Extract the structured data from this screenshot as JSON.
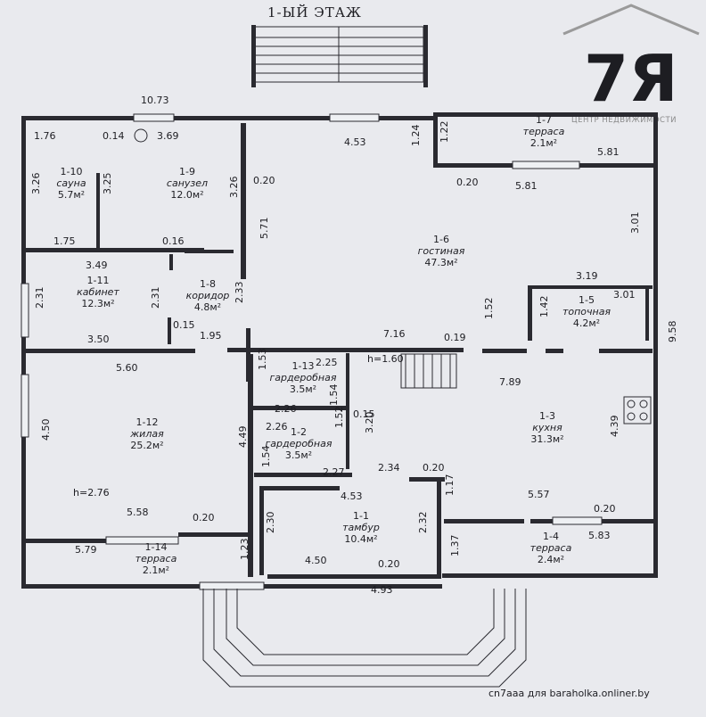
{
  "title": "1-ЫЙ ЭТАЖ",
  "logo": {
    "mark": "7Я",
    "caption": "ЦЕНТР НЕДВИЖИМОСТИ",
    "color": "#d93838"
  },
  "watermark": "cn7aaa для baraholka.onliner.by",
  "rooms": [
    {
      "id": "r1-1",
      "num": "1-1",
      "name": "тамбур",
      "area": "10.4м²"
    },
    {
      "id": "r1-2",
      "num": "1-2",
      "name": "гардеробная",
      "area": "3.5м²"
    },
    {
      "id": "r1-3",
      "num": "1-3",
      "name": "кухня",
      "area": "31.3м²"
    },
    {
      "id": "r1-4",
      "num": "1-4",
      "name": "терраса",
      "area": "2.4м²"
    },
    {
      "id": "r1-5",
      "num": "1-5",
      "name": "топочная",
      "area": "4.2м²"
    },
    {
      "id": "r1-6",
      "num": "1-6",
      "name": "гостиная",
      "area": "47.3м²"
    },
    {
      "id": "r1-7",
      "num": "1-7",
      "name": "терраса",
      "area": "2.1м²"
    },
    {
      "id": "r1-8",
      "num": "1-8",
      "name": "коридор",
      "area": "4.8м²"
    },
    {
      "id": "r1-9",
      "num": "1-9",
      "name": "санузел",
      "area": "12.0м²"
    },
    {
      "id": "r1-10",
      "num": "1-10",
      "name": "сауна",
      "area": "5.7м²"
    },
    {
      "id": "r1-11",
      "num": "1-11",
      "name": "кабинет",
      "area": "12.3м²"
    },
    {
      "id": "r1-12",
      "num": "1-12",
      "name": "жилая",
      "area": "25.2м²"
    },
    {
      "id": "r1-13",
      "num": "1-13",
      "name": "гардеробная",
      "area": "3.5м²"
    },
    {
      "id": "r1-14",
      "num": "1-14",
      "name": "терраса",
      "area": "2.1м²"
    }
  ],
  "dimensions": [
    {
      "id": "d01",
      "text": "10.73"
    },
    {
      "id": "d02",
      "text": "1.76"
    },
    {
      "id": "d03",
      "text": "0.14"
    },
    {
      "id": "d04",
      "text": "3.69"
    },
    {
      "id": "d05",
      "text": "4.53"
    },
    {
      "id": "d06",
      "text": "1.24"
    },
    {
      "id": "d07",
      "text": "1.22"
    },
    {
      "id": "d08",
      "text": "0.20"
    },
    {
      "id": "d09",
      "text": "5.81"
    },
    {
      "id": "d10",
      "text": "5.81"
    },
    {
      "id": "d11",
      "text": "3.26"
    },
    {
      "id": "d12",
      "text": "3.25"
    },
    {
      "id": "d13",
      "text": "3.26"
    },
    {
      "id": "d14",
      "text": "0.20"
    },
    {
      "id": "d15",
      "text": "5.71"
    },
    {
      "id": "d16",
      "text": "3.01"
    },
    {
      "id": "d17",
      "text": "1.75"
    },
    {
      "id": "d18",
      "text": "0.16"
    },
    {
      "id": "d19",
      "text": "3.49"
    },
    {
      "id": "d20",
      "text": "3.19"
    },
    {
      "id": "d21",
      "text": "3.01"
    },
    {
      "id": "d22",
      "text": "2.31"
    },
    {
      "id": "d23",
      "text": "2.31"
    },
    {
      "id": "d24",
      "text": "2.33"
    },
    {
      "id": "d25",
      "text": "1.52"
    },
    {
      "id": "d26",
      "text": "1.42"
    },
    {
      "id": "d27",
      "text": "0.15"
    },
    {
      "id": "d28",
      "text": "3.50"
    },
    {
      "id": "d29",
      "text": "1.95"
    },
    {
      "id": "d30",
      "text": "7.16"
    },
    {
      "id": "d31",
      "text": "0.19"
    },
    {
      "id": "d32",
      "text": "9.58"
    },
    {
      "id": "d33",
      "text": "5.60"
    },
    {
      "id": "d34",
      "text": "1.53"
    },
    {
      "id": "d35",
      "text": "2.25"
    },
    {
      "id": "d36",
      "text": "h=1.60"
    },
    {
      "id": "d37",
      "text": "7.89"
    },
    {
      "id": "d38",
      "text": "1.54"
    },
    {
      "id": "d39",
      "text": "2.26"
    },
    {
      "id": "d40",
      "text": "0.15"
    },
    {
      "id": "d41",
      "text": "4.50"
    },
    {
      "id": "d42",
      "text": "3.20"
    },
    {
      "id": "d43",
      "text": "1.52"
    },
    {
      "id": "d44",
      "text": "2.26"
    },
    {
      "id": "d45",
      "text": "4.49"
    },
    {
      "id": "d46",
      "text": "4.39"
    },
    {
      "id": "d47",
      "text": "1.54"
    },
    {
      "id": "d48",
      "text": "2.27"
    },
    {
      "id": "d49",
      "text": "2.34"
    },
    {
      "id": "d50",
      "text": "0.20"
    },
    {
      "id": "d51",
      "text": "h=2.76"
    },
    {
      "id": "d52",
      "text": "4.53"
    },
    {
      "id": "d53",
      "text": "1.17"
    },
    {
      "id": "d54",
      "text": "5.57"
    },
    {
      "id": "d55",
      "text": "5.58"
    },
    {
      "id": "d56",
      "text": "0.20"
    },
    {
      "id": "d57",
      "text": "0.20"
    },
    {
      "id": "d58",
      "text": "2.30"
    },
    {
      "id": "d59",
      "text": "2.32"
    },
    {
      "id": "d60",
      "text": "5.83"
    },
    {
      "id": "d61",
      "text": "5.79"
    },
    {
      "id": "d62",
      "text": "1.23"
    },
    {
      "id": "d63",
      "text": "4.50"
    },
    {
      "id": "d64",
      "text": "1.37"
    },
    {
      "id": "d65",
      "text": "0.20"
    },
    {
      "id": "d66",
      "text": "4.93"
    }
  ]
}
